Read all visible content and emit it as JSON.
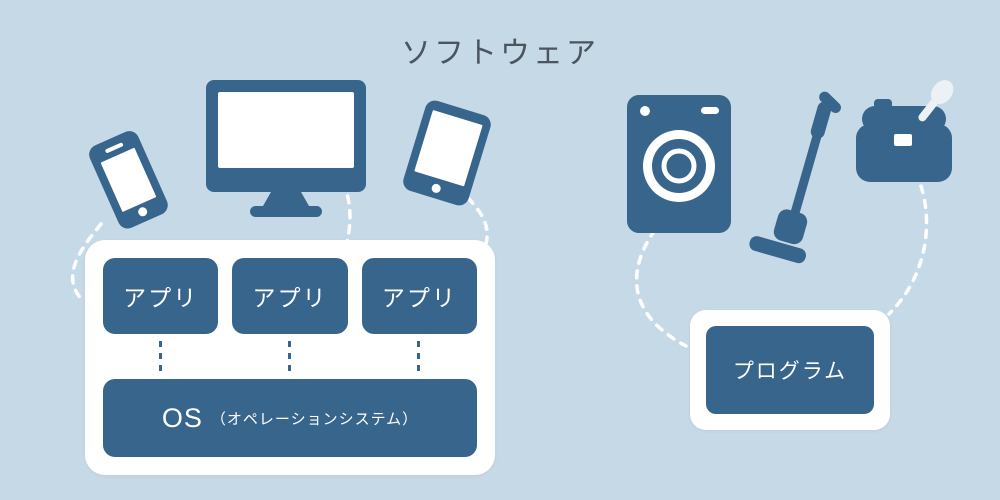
{
  "title": "ソフトウェア",
  "colors": {
    "background": "#c6d9e7",
    "primary": "#38658c",
    "card": "#ffffff",
    "text_on_primary": "#ffffff",
    "title_text": "#4a5560",
    "connector": "#ffffff"
  },
  "left_group": {
    "device_icons": [
      "smartphone-icon",
      "desktop-monitor-icon",
      "tablet-icon"
    ],
    "apps": [
      {
        "label": "アプリ"
      },
      {
        "label": "アプリ"
      },
      {
        "label": "アプリ"
      }
    ],
    "os": {
      "label": "OS",
      "sublabel": "（オペレーションシステム）"
    }
  },
  "right_group": {
    "device_icons": [
      "washing-machine-icon",
      "stick-vacuum-icon",
      "rice-cooker-icon",
      "rice-scoop-icon"
    ],
    "program": {
      "label": "プログラム"
    }
  }
}
